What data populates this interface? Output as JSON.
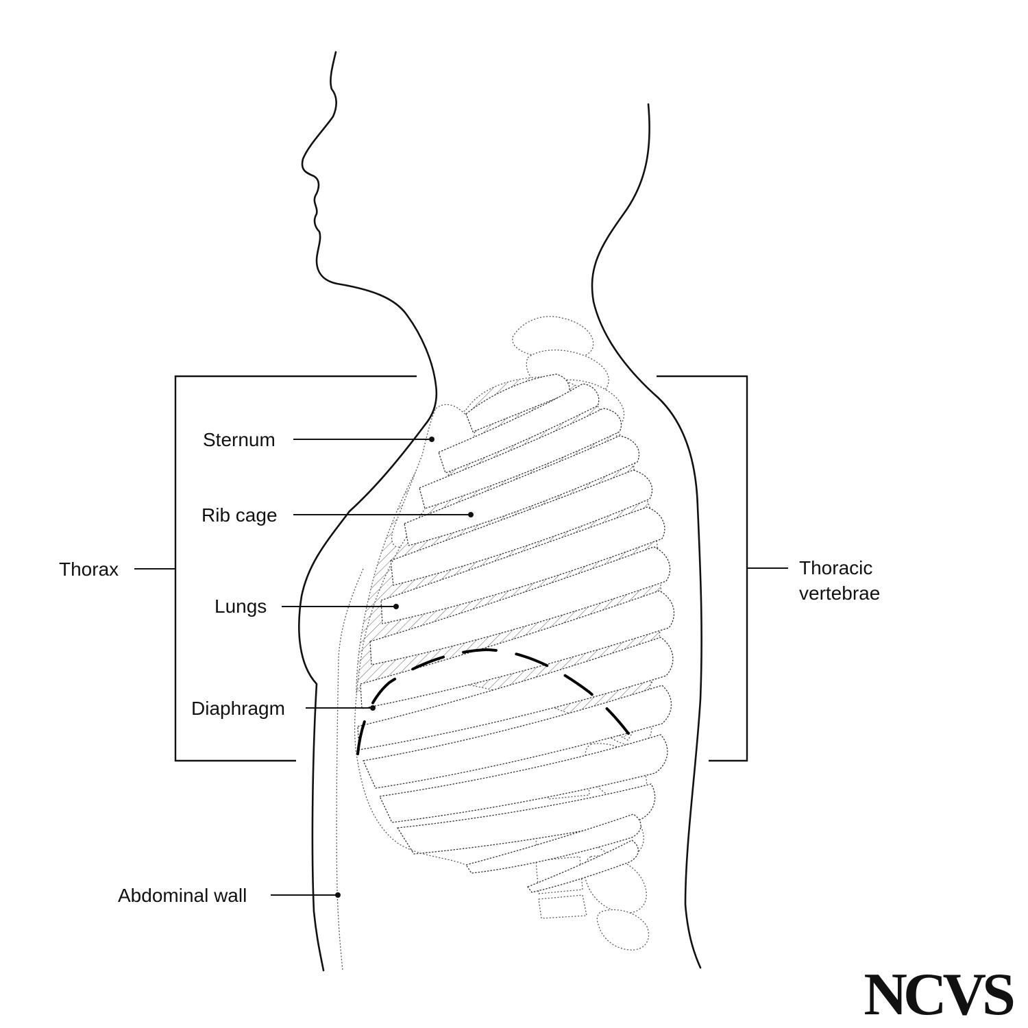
{
  "labels": {
    "sternum": "Sternum",
    "rib_cage": "Rib cage",
    "lungs": "Lungs",
    "diaphragm": "Diaphragm",
    "thorax": "Thorax",
    "thoracic_vertebrae_line1": "Thoracic",
    "thoracic_vertebrae_line2": "vertebrae",
    "abdominal_wall": "Abdominal wall"
  },
  "logo": {
    "text": "NCVS"
  }
}
